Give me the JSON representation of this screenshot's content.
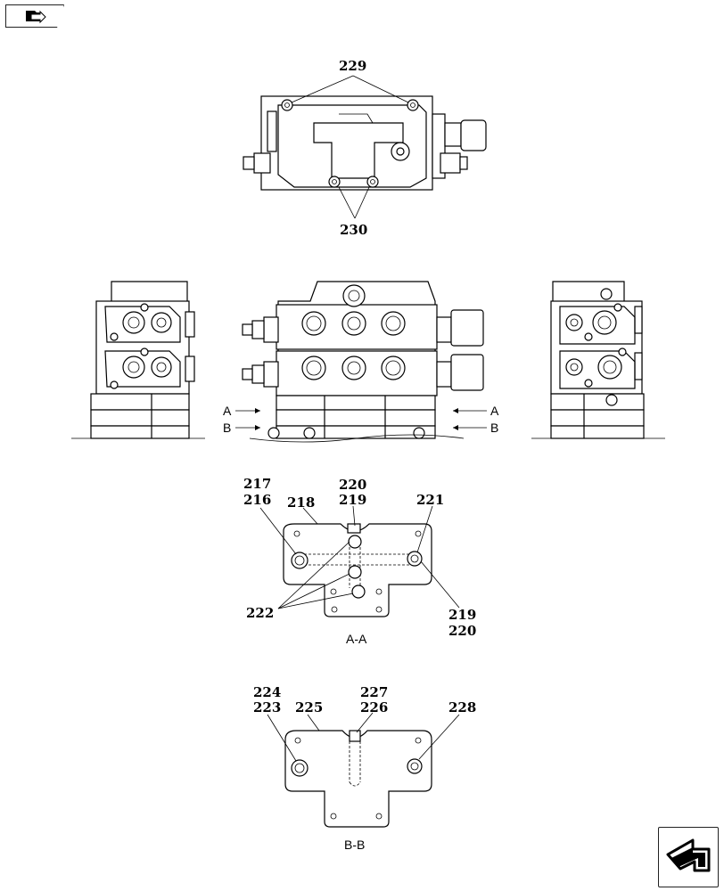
{
  "navigation": {
    "top_button_icon": "folder-arrow-icon",
    "bottom_button_icon": "return-arrow-icon"
  },
  "callouts": {
    "c229": "229",
    "c230": "230",
    "c217": "217",
    "c216": "216",
    "c218": "218",
    "c220a": "220",
    "c219a": "219",
    "c221": "221",
    "c222": "222",
    "c219b": "219",
    "c220b": "220",
    "c224": "224",
    "c223": "223",
    "c225": "225",
    "c227": "227",
    "c226": "226",
    "c228": "228"
  },
  "section_markers": {
    "left_a": "A",
    "left_b": "B",
    "right_a": "A",
    "right_b": "B"
  },
  "section_titles": {
    "aa": "A-A",
    "bb": "B-B"
  }
}
